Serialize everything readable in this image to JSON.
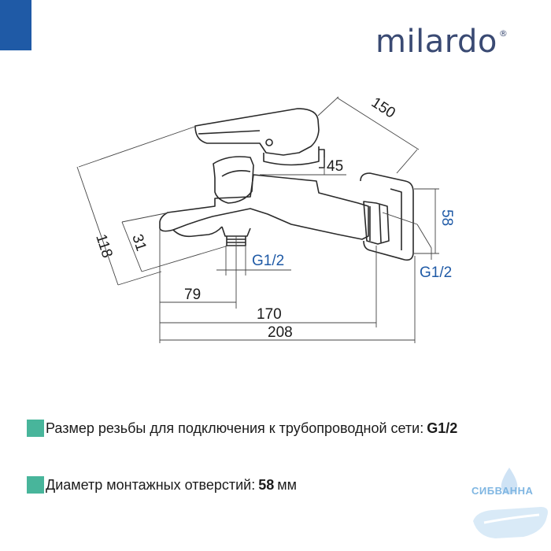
{
  "brand": {
    "name": "milardo",
    "mark": "®"
  },
  "dimensions": {
    "width_150": "150",
    "depth_45": "45",
    "height_118": "118",
    "spout_31": "31",
    "thread_spout": "G1/2",
    "flange_58": "58",
    "thread_wall": "G1/2",
    "spout_79": "79",
    "length_170": "170",
    "length_208": "208"
  },
  "specs": [
    {
      "label": "Размер резьбы для подключения к трубопроводной сети:",
      "value": "G1/2",
      "unit": ""
    },
    {
      "label": "Диаметр монтажных отверстий:",
      "value": "58",
      "unit": "мм"
    }
  ],
  "watermark": {
    "text": "СИБВАННА"
  },
  "colors": {
    "accent_blue": "#1f5aa6",
    "bullet_green": "#48b59b",
    "logo": "#3a4a73"
  }
}
